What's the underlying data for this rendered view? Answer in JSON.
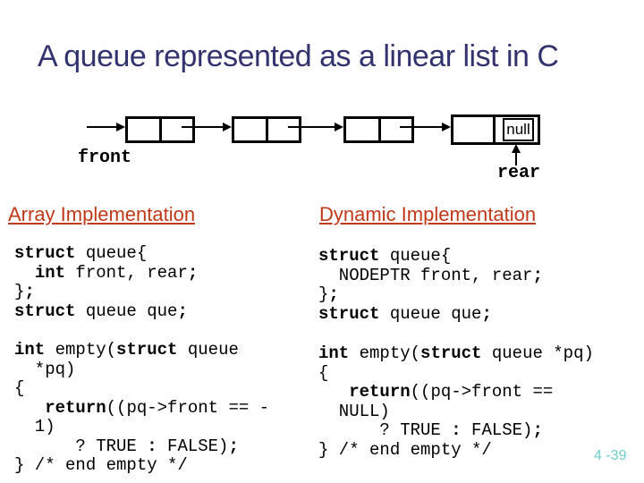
{
  "slide": {
    "title": "A queue represented as a linear list in C",
    "page_number": "4 -39"
  },
  "colors": {
    "title_text": "#32336e",
    "section_heading": "#c0391a",
    "page_number": "#6fcfcf",
    "diagram_stroke": "#000000",
    "background": "#ffffff"
  },
  "diagram": {
    "front_label": "front",
    "rear_label": "rear",
    "null_label": "null",
    "node_count": 4
  },
  "sections": [
    {
      "heading": "Array Implementation",
      "blocks": [
        [
          [
            [
              "struct",
              true
            ],
            [
              " queue{",
              false
            ]
          ],
          [
            [
              "  ",
              false
            ],
            [
              "int",
              true
            ],
            [
              " front, rear",
              false
            ],
            [
              ";",
              true
            ]
          ],
          [
            [
              "}",
              false
            ],
            [
              ";",
              true
            ]
          ],
          [
            [
              "struct",
              true
            ],
            [
              " queue que",
              false
            ],
            [
              ";",
              true
            ]
          ]
        ],
        [
          [
            [
              "int",
              true
            ],
            [
              " empty(",
              false
            ],
            [
              "struct",
              true
            ],
            [
              " queue",
              false
            ]
          ],
          [
            [
              "  *pq)",
              false
            ]
          ],
          [
            [
              "{",
              false
            ]
          ],
          [
            [
              "   ",
              false
            ],
            [
              "return",
              true
            ],
            [
              "((pq->front == -",
              false
            ]
          ],
          [
            [
              "  1)",
              false
            ]
          ],
          [
            [
              "      ? TRUE ",
              false
            ],
            [
              ":",
              true
            ],
            [
              " FALSE)",
              false
            ],
            [
              ";",
              true
            ]
          ],
          [
            [
              "} /* end empty */",
              false
            ]
          ]
        ]
      ]
    },
    {
      "heading": "Dynamic Implementation",
      "blocks": [
        [
          [
            [
              "struct",
              true
            ],
            [
              " queue{",
              false
            ]
          ],
          [
            [
              "  NODEPTR front, rear",
              false
            ],
            [
              ";",
              true
            ]
          ],
          [
            [
              "}",
              false
            ],
            [
              ";",
              true
            ]
          ],
          [
            [
              "struct",
              true
            ],
            [
              " queue que",
              false
            ],
            [
              ";",
              true
            ]
          ]
        ],
        [
          [
            [
              "int",
              true
            ],
            [
              " empty(",
              false
            ],
            [
              "struct",
              true
            ],
            [
              " queue *pq)",
              false
            ]
          ],
          [
            [
              "{",
              false
            ]
          ],
          [
            [
              "   ",
              false
            ],
            [
              "return",
              true
            ],
            [
              "((pq->front ==",
              false
            ]
          ],
          [
            [
              "  NULL)",
              false
            ]
          ],
          [
            [
              "      ? TRUE ",
              false
            ],
            [
              ":",
              true
            ],
            [
              " FALSE)",
              false
            ],
            [
              ";",
              true
            ]
          ],
          [
            [
              "} /* end empty */",
              false
            ]
          ]
        ]
      ]
    }
  ]
}
